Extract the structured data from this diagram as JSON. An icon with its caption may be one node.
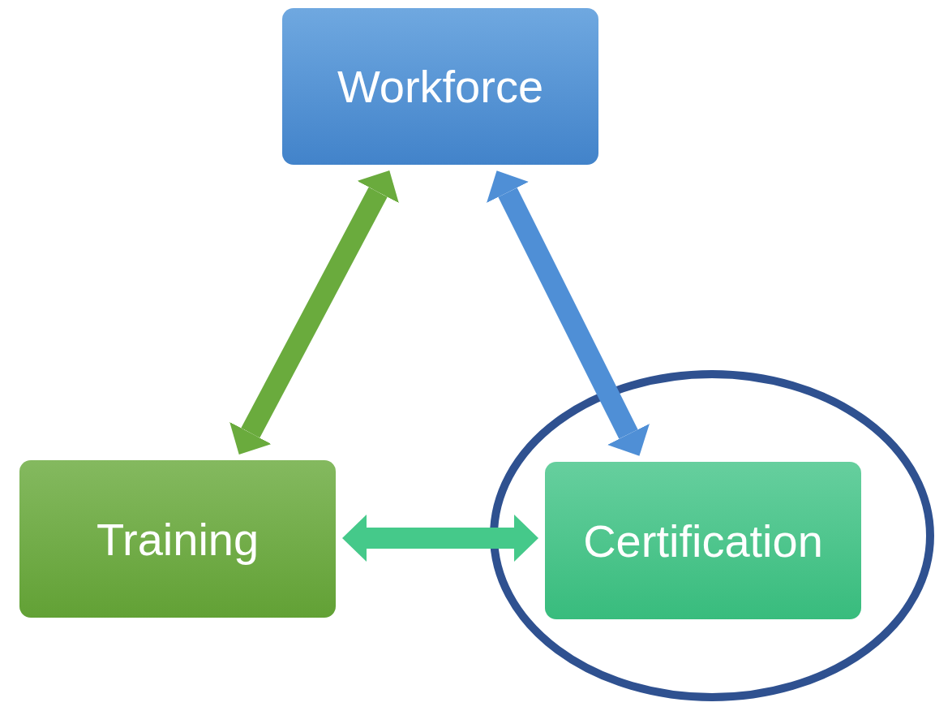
{
  "diagram": {
    "nodes": [
      {
        "text": [
          "Workforce"
        ]
      },
      {
        "text": [
          "Training"
        ]
      },
      {
        "text": [],
        "shape": "circle"
      },
      {
        "text": [
          "Certification"
        ],
        "in": 2
      }
    ],
    "edges": [
      {
        "from": 1,
        "to": 0,
        "arrow": "both",
        "color": "#6aab3d"
      },
      {
        "from": 0,
        "to": 3,
        "arrow": "both",
        "color": "#4f8fd6"
      },
      {
        "from": 1,
        "to": 3,
        "arrow": "both",
        "color": "#45c98a"
      }
    ]
  }
}
